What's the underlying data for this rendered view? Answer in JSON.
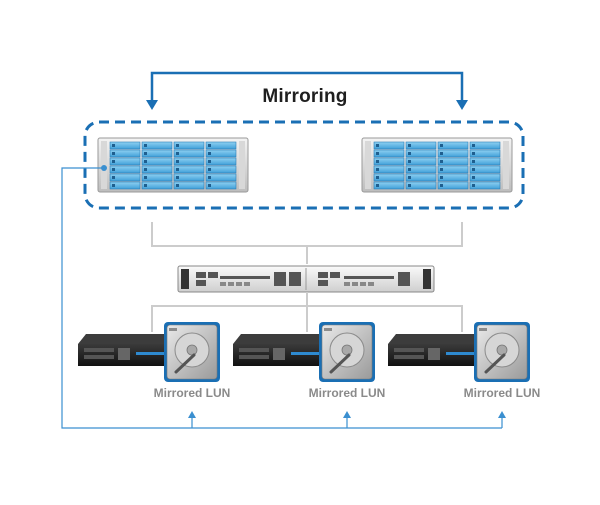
{
  "diagram": {
    "title": "Mirroring",
    "luns": [
      {
        "label": "Mirrored LUN"
      },
      {
        "label": "Mirrored LUN"
      },
      {
        "label": "Mirrored LUN"
      }
    ],
    "colors": {
      "accent_blue": "#1a6fb4",
      "thin_blue": "#3a8fd0",
      "connector_gray": "#cccccc",
      "drive_blue": "#5fb6e6",
      "server_dark": "#222222"
    },
    "icons": [
      "storage-array-icon",
      "network-switch-icon",
      "server-icon",
      "hard-drive-icon"
    ]
  }
}
